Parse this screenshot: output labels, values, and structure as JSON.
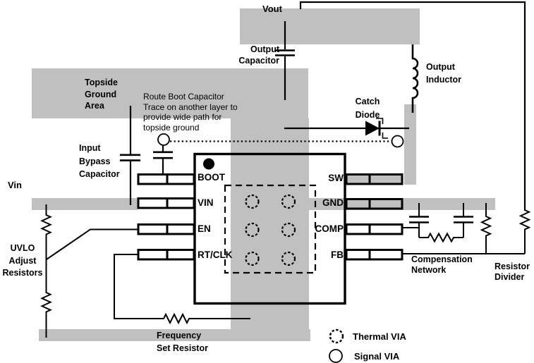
{
  "colors": {
    "copper": "#c0c0c0",
    "line": "#000000",
    "background": "#ffffff"
  },
  "labels": {
    "vout": "Vout",
    "vin": "Vin",
    "output_capacitor": {
      "lines": [
        "Output",
        "Capacitor"
      ]
    },
    "topside_ground_area": {
      "lines": [
        "Topside",
        "Ground",
        "Area"
      ]
    },
    "route_boot_note": {
      "lines": [
        "Route Boot Capacitor",
        "Trace on another layer to",
        "provide wide path for",
        "topside ground"
      ]
    },
    "output_inductor": {
      "lines": [
        "Output",
        "Inductor"
      ]
    },
    "catch_diode": {
      "lines": [
        "Catch",
        "Diode"
      ]
    },
    "input_bypass_capacitor": {
      "lines": [
        "Input",
        "Bypass",
        "Capacitor"
      ]
    },
    "uvlo_adjust_resistors": {
      "lines": [
        "UVLO",
        "Adjust",
        "Resistors"
      ]
    },
    "frequency_set_resistor": {
      "lines": [
        "Frequency",
        "Set Resistor"
      ]
    },
    "compensation_network": {
      "lines": [
        "Compensation",
        "Network"
      ]
    },
    "resistor_divider": {
      "lines": [
        "Resistor",
        "Divider"
      ]
    }
  },
  "ic": {
    "left_pins": [
      "BOOT",
      "VIN",
      "EN",
      "RT/CLK"
    ],
    "right_pins": [
      "SW",
      "GND",
      "COMP",
      "FB"
    ]
  },
  "legend": {
    "thermal_via": "Thermal VIA",
    "signal_via": "Signal VIA"
  }
}
